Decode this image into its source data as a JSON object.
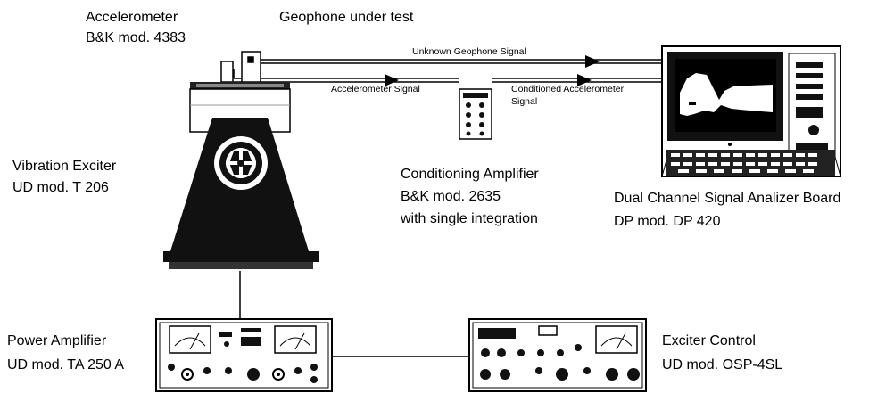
{
  "accelerometer": {
    "name": "Accelerometer",
    "model": "B&K mod. 4383"
  },
  "geophone": {
    "name": "Geophone under test"
  },
  "signals": {
    "unknown_geophone": "Unknown Geophone Signal",
    "accelerometer": "Accelerometer Signal",
    "conditioned_line1": "Conditioned Accelerometer",
    "conditioned_line2": "Signal"
  },
  "vibration_exciter": {
    "name": "Vibration Exciter",
    "model": "UD mod. T 206"
  },
  "conditioning_amplifier": {
    "name": "Conditioning Amplifier",
    "model": "B&K mod. 2635",
    "note": "with single integration"
  },
  "analyzer": {
    "name": "Dual Channel Signal Analizer Board",
    "model": "DP mod. DP 420"
  },
  "power_amplifier": {
    "name": "Power Amplifier",
    "model": "UD mod. TA 250 A"
  },
  "exciter_control": {
    "name": "Exciter Control",
    "model": "UD mod. OSP-4SL"
  }
}
